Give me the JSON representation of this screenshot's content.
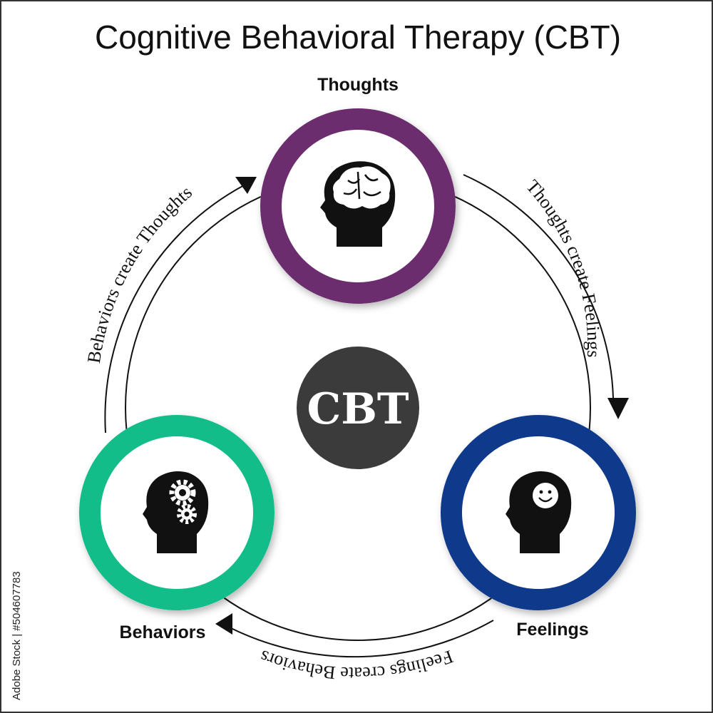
{
  "title": "Cognitive Behavioral Therapy (CBT)",
  "center": {
    "label": "CBT",
    "color": "#3b3b3b"
  },
  "nodes": {
    "thoughts": {
      "label": "Thoughts",
      "ring_color": "#6b2d6e",
      "icon": "head-brain-icon"
    },
    "feelings": {
      "label": "Feelings",
      "ring_color": "#0f3a8c",
      "icon": "head-smile-icon"
    },
    "behaviors": {
      "label": "Behaviors",
      "ring_color": "#13bd8a",
      "icon": "head-gears-icon"
    }
  },
  "arrows": {
    "thoughts_to_feelings": "Thoughts create Feelings",
    "feelings_to_behaviors": "Feelings create Behaviors",
    "behaviors_to_thoughts": "Behaviors create Thoughts"
  },
  "stock_id": "Adobe Stock | #504607783"
}
